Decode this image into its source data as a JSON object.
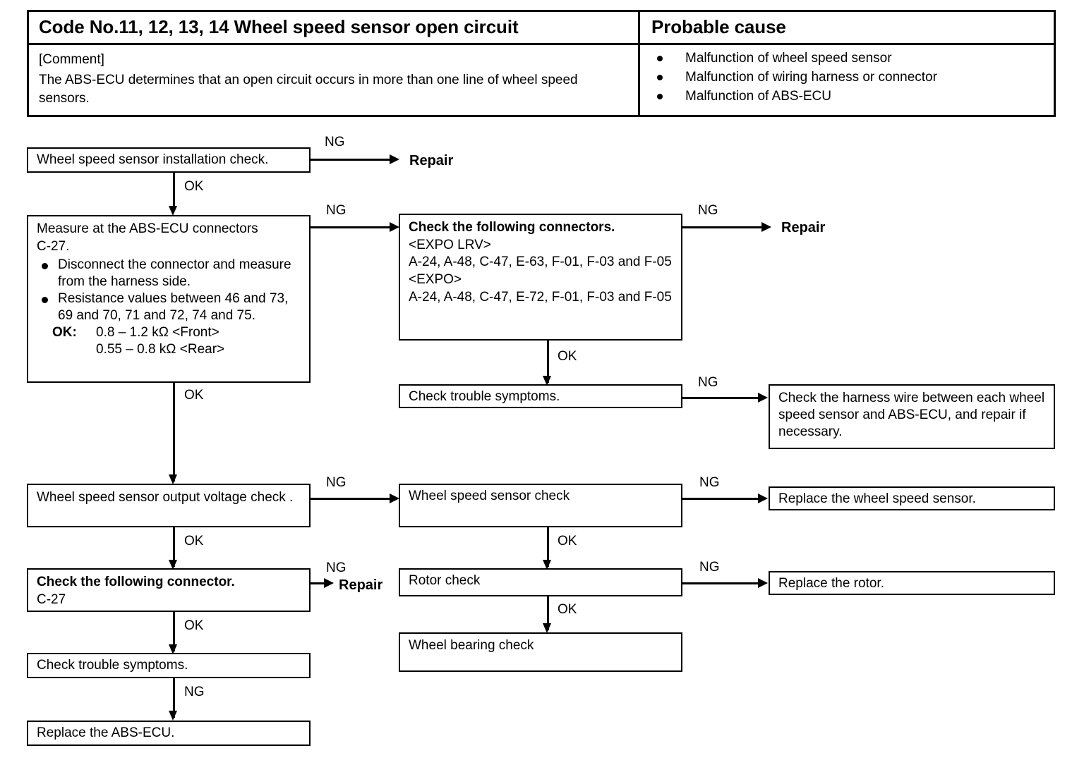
{
  "header": {
    "title": "Code No.11, 12, 13, 14 Wheel speed sensor open circuit",
    "comment_label": "[Comment]",
    "comment_text": "The ABS-ECU determines that an open  circuit occurs in more than one line of wheel speed  sensors.",
    "probable_cause_title": "Probable cause",
    "causes": [
      "Malfunction of wheel speed sensor",
      "Malfunction of wiring harness or connector",
      "Malfunction of ABS-ECU"
    ]
  },
  "flow": {
    "install_check": "Wheel speed sensor installation check.",
    "repair_1": "Repair",
    "repair_2": "Repair",
    "repair_3": "Repair",
    "measure": {
      "line1": "Measure at the ABS-ECU connectors",
      "line2": "C-27.",
      "bullet1": "Disconnect the connector and measure from the harness side.",
      "bullet2": "Resistance values between 46 and 73, 69 and 70, 71 and 72, 74 and 75.",
      "ok_key": "OK:",
      "ok_front": "0.8 – 1.2 kΩ <Front>",
      "ok_rear": "0.55 – 0.8 kΩ <Rear>"
    },
    "connectors_box": {
      "title": "Check the following connectors.",
      "group1_label": "<EXPO LRV>",
      "group1_list": "A-24, A-48, C-47, E-63, F-01, F-03 and F-05",
      "group2_label": "<EXPO>",
      "group2_list": "A-24, A-48, C-47, E-72, F-01, F-03 and F-05"
    },
    "trouble_symptoms_mid": "Check trouble symptoms.",
    "harness_check": "Check the harness wire between each wheel speed sensor and ABS-ECU, and repair if necessary.",
    "output_voltage_check": "Wheel speed sensor output voltage check .",
    "sensor_check": "Wheel speed sensor check",
    "replace_sensor": "Replace the wheel speed sensor.",
    "connector_box": {
      "title": "Check the following connector.",
      "code": "C-27"
    },
    "rotor_check": "Rotor check",
    "replace_rotor": "Replace the rotor.",
    "wheel_bearing_check": "Wheel bearing check",
    "trouble_symptoms_left": "Check trouble symptoms.",
    "replace_ecu": "Replace the ABS-ECU."
  },
  "labels": {
    "ng": "NG",
    "ok": "OK"
  },
  "colors": {
    "ink": "#000000",
    "paper": "#ffffff"
  }
}
